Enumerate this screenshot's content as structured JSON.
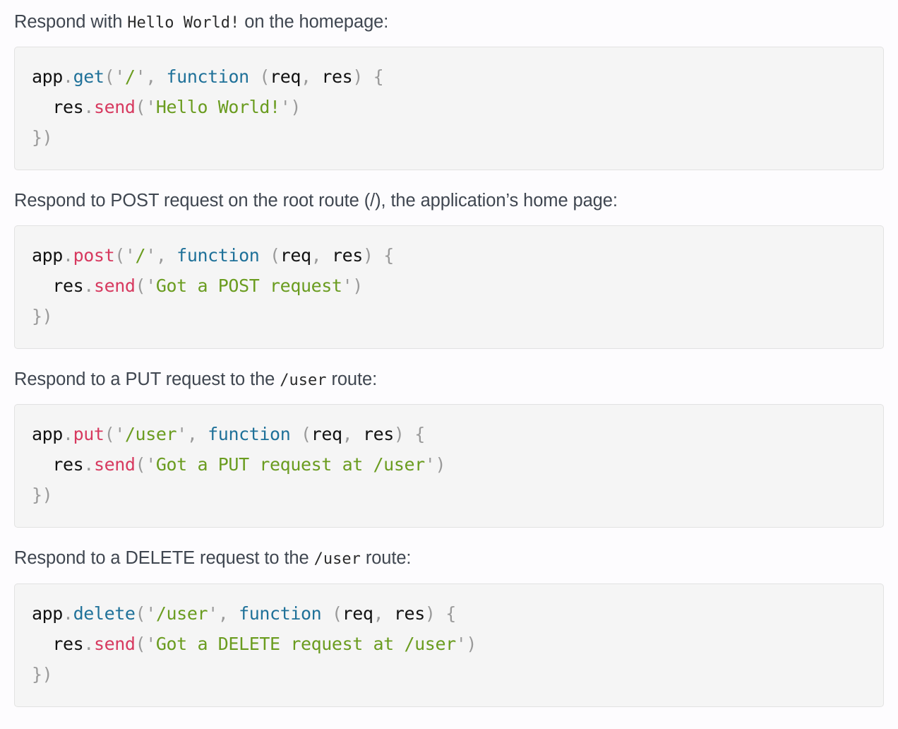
{
  "page": {
    "background": "#fdfcfe",
    "text_color": "#3f4650",
    "code_background": "#f5f5f5",
    "code_border": "#e2e2e2"
  },
  "syntax_colors": {
    "plain": "#111111",
    "punctuation": "#9a9a9a",
    "keyword": "#1f7199",
    "function": "#1f7199",
    "property": "#d7395f",
    "string": "#6a9c1f",
    "string_quote": "#9a9a9a"
  },
  "sections": [
    {
      "paragraph": {
        "before": "Respond with ",
        "code": "Hello World!",
        "after": " on the homepage:"
      },
      "code": {
        "language": "javascript",
        "text": "app.get('/', function (req, res) {\n  res.send('Hello World!')\n})",
        "lines": [
          {
            "tokens": [
              {
                "text": "app",
                "type": "plain"
              },
              {
                "text": ".",
                "type": "punctuation"
              },
              {
                "text": "get",
                "type": "function"
              },
              {
                "text": "(",
                "type": "punctuation"
              },
              {
                "text": "'",
                "type": "string_quote"
              },
              {
                "text": "/",
                "type": "string"
              },
              {
                "text": "'",
                "type": "string_quote"
              },
              {
                "text": ",",
                "type": "punctuation"
              },
              {
                "text": " ",
                "type": "plain"
              },
              {
                "text": "function",
                "type": "keyword"
              },
              {
                "text": " ",
                "type": "plain"
              },
              {
                "text": "(",
                "type": "punctuation"
              },
              {
                "text": "req",
                "type": "plain"
              },
              {
                "text": ",",
                "type": "punctuation"
              },
              {
                "text": " ",
                "type": "plain"
              },
              {
                "text": "res",
                "type": "plain"
              },
              {
                "text": ")",
                "type": "punctuation"
              },
              {
                "text": " ",
                "type": "plain"
              },
              {
                "text": "{",
                "type": "punctuation"
              }
            ]
          },
          {
            "tokens": [
              {
                "text": "  ",
                "type": "plain"
              },
              {
                "text": "res",
                "type": "plain"
              },
              {
                "text": ".",
                "type": "punctuation"
              },
              {
                "text": "send",
                "type": "property"
              },
              {
                "text": "(",
                "type": "punctuation"
              },
              {
                "text": "'",
                "type": "string_quote"
              },
              {
                "text": "Hello World!",
                "type": "string"
              },
              {
                "text": "'",
                "type": "string_quote"
              },
              {
                "text": ")",
                "type": "punctuation"
              }
            ]
          },
          {
            "tokens": [
              {
                "text": "}",
                "type": "punctuation"
              },
              {
                "text": ")",
                "type": "punctuation"
              }
            ]
          }
        ]
      }
    },
    {
      "paragraph": {
        "before": "Respond to POST request on the root route (/), the application’s home page:",
        "code": "",
        "after": ""
      },
      "code": {
        "language": "javascript",
        "text": "app.post('/', function (req, res) {\n  res.send('Got a POST request')\n})",
        "lines": [
          {
            "tokens": [
              {
                "text": "app",
                "type": "plain"
              },
              {
                "text": ".",
                "type": "punctuation"
              },
              {
                "text": "post",
                "type": "property"
              },
              {
                "text": "(",
                "type": "punctuation"
              },
              {
                "text": "'",
                "type": "string_quote"
              },
              {
                "text": "/",
                "type": "string"
              },
              {
                "text": "'",
                "type": "string_quote"
              },
              {
                "text": ",",
                "type": "punctuation"
              },
              {
                "text": " ",
                "type": "plain"
              },
              {
                "text": "function",
                "type": "keyword"
              },
              {
                "text": " ",
                "type": "plain"
              },
              {
                "text": "(",
                "type": "punctuation"
              },
              {
                "text": "req",
                "type": "plain"
              },
              {
                "text": ",",
                "type": "punctuation"
              },
              {
                "text": " ",
                "type": "plain"
              },
              {
                "text": "res",
                "type": "plain"
              },
              {
                "text": ")",
                "type": "punctuation"
              },
              {
                "text": " ",
                "type": "plain"
              },
              {
                "text": "{",
                "type": "punctuation"
              }
            ]
          },
          {
            "tokens": [
              {
                "text": "  ",
                "type": "plain"
              },
              {
                "text": "res",
                "type": "plain"
              },
              {
                "text": ".",
                "type": "punctuation"
              },
              {
                "text": "send",
                "type": "property"
              },
              {
                "text": "(",
                "type": "punctuation"
              },
              {
                "text": "'",
                "type": "string_quote"
              },
              {
                "text": "Got a POST request",
                "type": "string"
              },
              {
                "text": "'",
                "type": "string_quote"
              },
              {
                "text": ")",
                "type": "punctuation"
              }
            ]
          },
          {
            "tokens": [
              {
                "text": "}",
                "type": "punctuation"
              },
              {
                "text": ")",
                "type": "punctuation"
              }
            ]
          }
        ]
      }
    },
    {
      "paragraph": {
        "before": "Respond to a PUT request to the ",
        "code": "/user",
        "after": " route:"
      },
      "code": {
        "language": "javascript",
        "text": "app.put('/user', function (req, res) {\n  res.send('Got a PUT request at /user')\n})",
        "lines": [
          {
            "tokens": [
              {
                "text": "app",
                "type": "plain"
              },
              {
                "text": ".",
                "type": "punctuation"
              },
              {
                "text": "put",
                "type": "property"
              },
              {
                "text": "(",
                "type": "punctuation"
              },
              {
                "text": "'",
                "type": "string_quote"
              },
              {
                "text": "/user",
                "type": "string"
              },
              {
                "text": "'",
                "type": "string_quote"
              },
              {
                "text": ",",
                "type": "punctuation"
              },
              {
                "text": " ",
                "type": "plain"
              },
              {
                "text": "function",
                "type": "keyword"
              },
              {
                "text": " ",
                "type": "plain"
              },
              {
                "text": "(",
                "type": "punctuation"
              },
              {
                "text": "req",
                "type": "plain"
              },
              {
                "text": ",",
                "type": "punctuation"
              },
              {
                "text": " ",
                "type": "plain"
              },
              {
                "text": "res",
                "type": "plain"
              },
              {
                "text": ")",
                "type": "punctuation"
              },
              {
                "text": " ",
                "type": "plain"
              },
              {
                "text": "{",
                "type": "punctuation"
              }
            ]
          },
          {
            "tokens": [
              {
                "text": "  ",
                "type": "plain"
              },
              {
                "text": "res",
                "type": "plain"
              },
              {
                "text": ".",
                "type": "punctuation"
              },
              {
                "text": "send",
                "type": "property"
              },
              {
                "text": "(",
                "type": "punctuation"
              },
              {
                "text": "'",
                "type": "string_quote"
              },
              {
                "text": "Got a PUT request at /user",
                "type": "string"
              },
              {
                "text": "'",
                "type": "string_quote"
              },
              {
                "text": ")",
                "type": "punctuation"
              }
            ]
          },
          {
            "tokens": [
              {
                "text": "}",
                "type": "punctuation"
              },
              {
                "text": ")",
                "type": "punctuation"
              }
            ]
          }
        ]
      }
    },
    {
      "paragraph": {
        "before": "Respond to a DELETE request to the ",
        "code": "/user",
        "after": " route:"
      },
      "code": {
        "language": "javascript",
        "text": "app.delete('/user', function (req, res) {\n  res.send('Got a DELETE request at /user')\n})",
        "lines": [
          {
            "tokens": [
              {
                "text": "app",
                "type": "plain"
              },
              {
                "text": ".",
                "type": "punctuation"
              },
              {
                "text": "delete",
                "type": "keyword"
              },
              {
                "text": "(",
                "type": "punctuation"
              },
              {
                "text": "'",
                "type": "string_quote"
              },
              {
                "text": "/user",
                "type": "string"
              },
              {
                "text": "'",
                "type": "string_quote"
              },
              {
                "text": ",",
                "type": "punctuation"
              },
              {
                "text": " ",
                "type": "plain"
              },
              {
                "text": "function",
                "type": "keyword"
              },
              {
                "text": " ",
                "type": "plain"
              },
              {
                "text": "(",
                "type": "punctuation"
              },
              {
                "text": "req",
                "type": "plain"
              },
              {
                "text": ",",
                "type": "punctuation"
              },
              {
                "text": " ",
                "type": "plain"
              },
              {
                "text": "res",
                "type": "plain"
              },
              {
                "text": ")",
                "type": "punctuation"
              },
              {
                "text": " ",
                "type": "plain"
              },
              {
                "text": "{",
                "type": "punctuation"
              }
            ]
          },
          {
            "tokens": [
              {
                "text": "  ",
                "type": "plain"
              },
              {
                "text": "res",
                "type": "plain"
              },
              {
                "text": ".",
                "type": "punctuation"
              },
              {
                "text": "send",
                "type": "property"
              },
              {
                "text": "(",
                "type": "punctuation"
              },
              {
                "text": "'",
                "type": "string_quote"
              },
              {
                "text": "Got a DELETE request at /user",
                "type": "string"
              },
              {
                "text": "'",
                "type": "string_quote"
              },
              {
                "text": ")",
                "type": "punctuation"
              }
            ]
          },
          {
            "tokens": [
              {
                "text": "}",
                "type": "punctuation"
              },
              {
                "text": ")",
                "type": "punctuation"
              }
            ]
          }
        ]
      }
    }
  ]
}
